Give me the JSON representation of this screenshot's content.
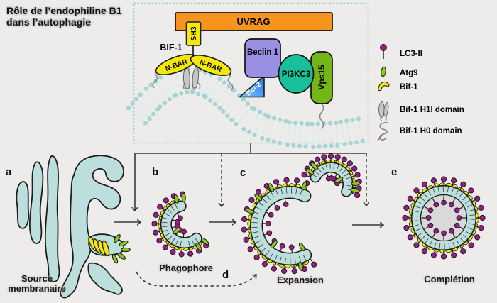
{
  "title": {
    "line1": "Rôle de l’endophiline B1",
    "line2": "dans l’autophagie"
  },
  "complex_box": {
    "uvrag_label": "UVRAG",
    "sh3_label": "SH3",
    "bif1_label": "BIF-1",
    "nbar_left_label": "N-BAR",
    "nbar_right_label": "N-BAR",
    "beclin1_label": "Beclin 1",
    "bcl2_label": "Bcl-2",
    "pi3kc3_label": "PI3KC3",
    "vps15_label": "Vps15"
  },
  "legend": {
    "items": [
      {
        "icon": "lc3-ii-pin-icon",
        "label": "LC3-II"
      },
      {
        "icon": "atg9-icon",
        "label": "Atg9"
      },
      {
        "icon": "bif-1-icon",
        "label": "Bif-1"
      },
      {
        "icon": "bif-1-h1i-domain-icon",
        "label": "Bif-1 H1I domain"
      },
      {
        "icon": "bif-1-h0-domain-icon",
        "label": "Bif-1 H0 domain"
      }
    ]
  },
  "stages": {
    "a": {
      "letter": "a",
      "label_line1": "Source",
      "label_line2": "membranaire"
    },
    "b": {
      "letter": "b",
      "label": "Phagophore"
    },
    "c": {
      "letter": "c",
      "label": "Expansion"
    },
    "d": {
      "letter": "d"
    },
    "e": {
      "letter": "e",
      "label": "Complétion"
    }
  },
  "colors": {
    "background": "#edecea",
    "outline": "#1c1c1c",
    "membrane_fill": "#bcdfde",
    "lipid_head": "#a5d4d4",
    "lipid_tail": "#d6ecec",
    "uvrag_orange": "#f7941e",
    "yellow": "#f3e70c",
    "beclin_purple": "#998fe3",
    "pi3kc3_teal": "#17c09b",
    "vps15_green": "#74b517",
    "bcl2_blue": "#2e8ff2",
    "lc3_purple": "#9c1b8b",
    "atg9_green": "#8bc81e",
    "inner_disc_gray": "#d9d9d9",
    "dashed_box_border": "#8ed1cb"
  }
}
